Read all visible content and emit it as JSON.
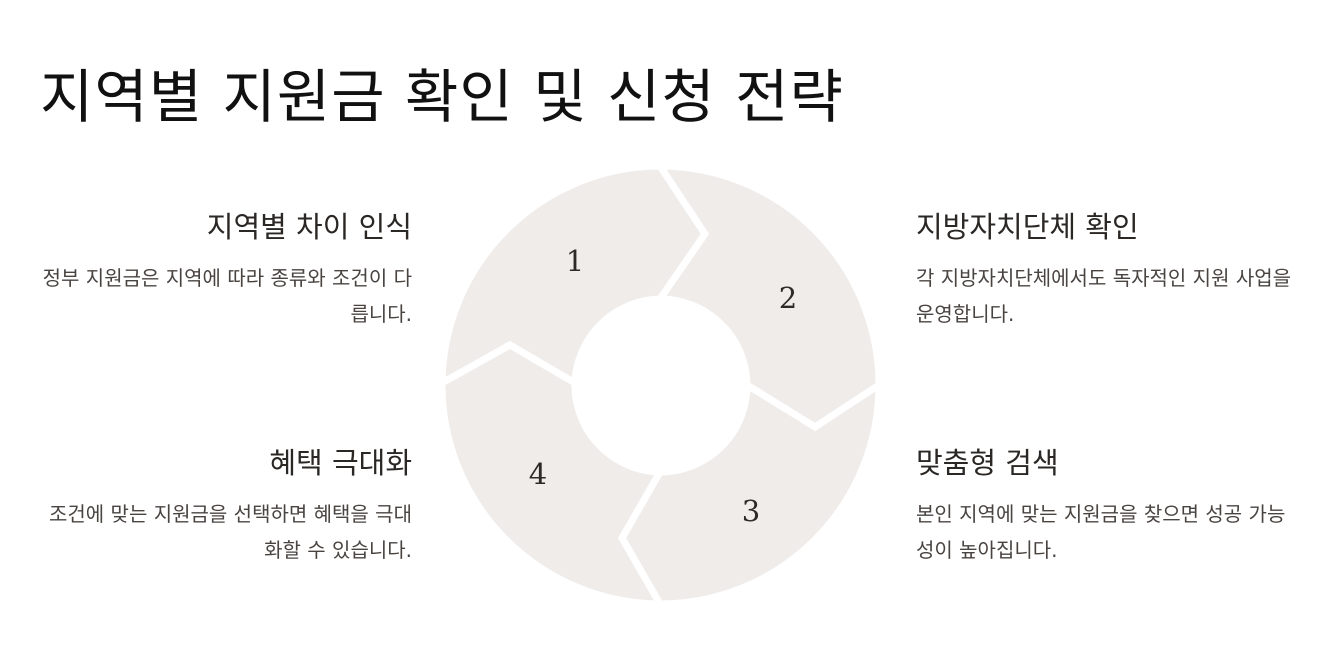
{
  "title": "지역별 지원금 확인 및 신청 전략",
  "colors": {
    "segment": "#f0ecea",
    "gap": "#ffffff",
    "text": "#2b2725"
  },
  "cycle": {
    "numbers": [
      "1",
      "2",
      "3",
      "4"
    ]
  },
  "steps": [
    {
      "title": "지역별 차이 인식",
      "desc": "정부 지원금은 지역에 따라 종류와 조건이 다릅니다."
    },
    {
      "title": "지방자치단체 확인",
      "desc": "각 지방자치단체에서도 독자적인 지원 사업을 운영합니다."
    },
    {
      "title": "맞춤형 검색",
      "desc": "본인 지역에 맞는 지원금을 찾으면 성공 가능성이 높아집니다."
    },
    {
      "title": "혜택 극대화",
      "desc": "조건에 맞는 지원금을 선택하면 혜택을 극대화할 수 있습니다."
    }
  ]
}
